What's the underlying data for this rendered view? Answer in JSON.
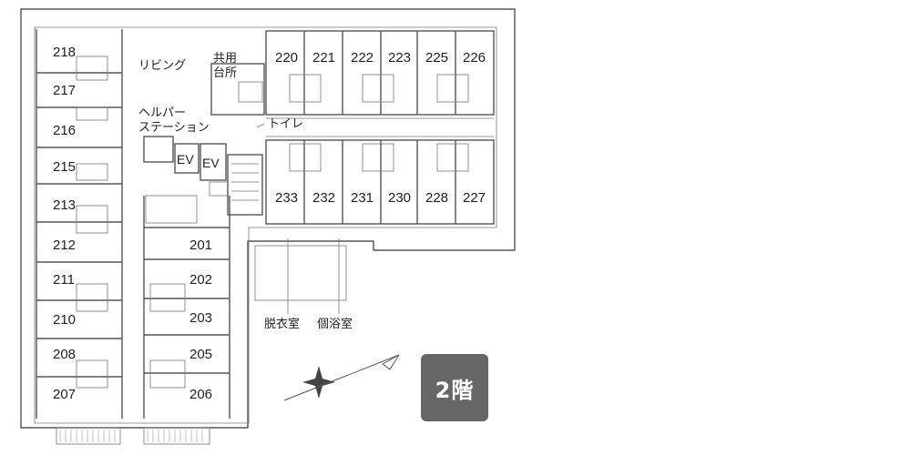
{
  "rooms": {
    "r218": "218",
    "r217": "217",
    "r216": "216",
    "r215": "215",
    "r213": "213",
    "r212": "212",
    "r211": "211",
    "r210": "210",
    "r208": "208",
    "r207": "207",
    "r201": "201",
    "r202": "202",
    "r203": "203",
    "r205": "205",
    "r206": "206",
    "r220": "220",
    "r221": "221",
    "r222": "222",
    "r223": "223",
    "r225": "225",
    "r226": "226",
    "r233": "233",
    "r232": "232",
    "r231": "231",
    "r230": "230",
    "r228": "228",
    "r227": "227"
  },
  "labels": {
    "living": "リビング",
    "kitchen_line1": "共用",
    "kitchen_line2": "台所",
    "helper_line1": "ヘルパー",
    "helper_line2": "ステーション",
    "toilet": "トイレ",
    "ev1": "EV",
    "ev2": "EV",
    "dressing": "脱衣室",
    "bath": "個浴室"
  },
  "floor": "2階",
  "colors": {
    "badge": "#666666",
    "badge_text": "#ffffff",
    "walls": "#555555"
  },
  "icons": [
    "compass-icon"
  ]
}
